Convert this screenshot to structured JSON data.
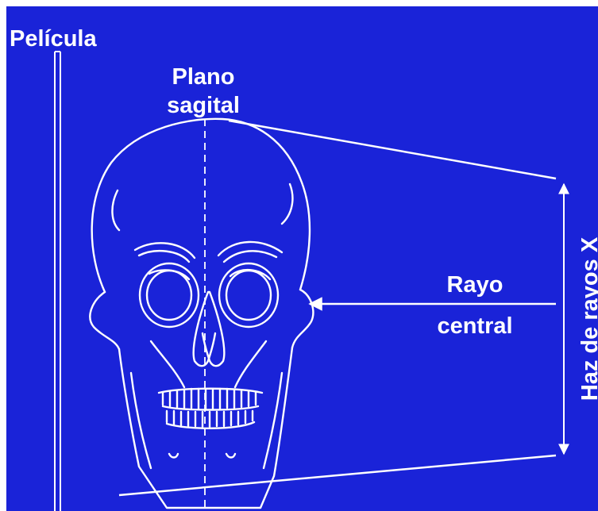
{
  "labels": {
    "film": "Película",
    "sagittal_line1": "Plano",
    "sagittal_line2": "sagital",
    "central_ray_line1": "Rayo",
    "central_ray_line2": "central",
    "beam": "Haz de rayos X"
  },
  "colors": {
    "background": "#1a23d8",
    "lines": "#ffffff"
  }
}
